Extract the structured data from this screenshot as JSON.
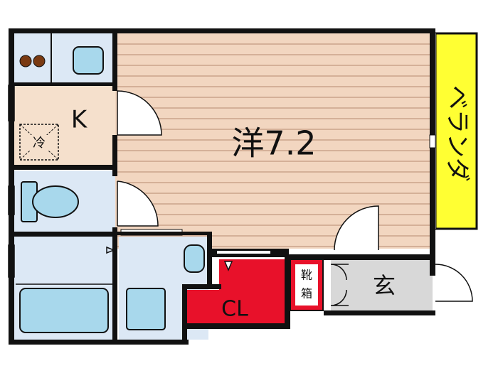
{
  "rooms": {
    "western": {
      "label": "洋7.2"
    },
    "kitchen": {
      "label": "K"
    },
    "fridge": {
      "label": "冷"
    },
    "closet": {
      "label": "CL"
    },
    "shoe_box": {
      "label": "靴箱"
    },
    "entrance": {
      "label": "玄"
    },
    "balcony": {
      "label": "ベランダ"
    }
  },
  "colors": {
    "wall": "#111111",
    "floor_wood": "#f2d6c0",
    "floor_line": "#c9a48a",
    "tile": "#dce8f5",
    "fixture": "#a8d8ec",
    "kitchen_floor": "#f5e0cc",
    "closet": "#e8112a",
    "balcony": "#ffff33",
    "entrance": "#d8d8d8"
  }
}
